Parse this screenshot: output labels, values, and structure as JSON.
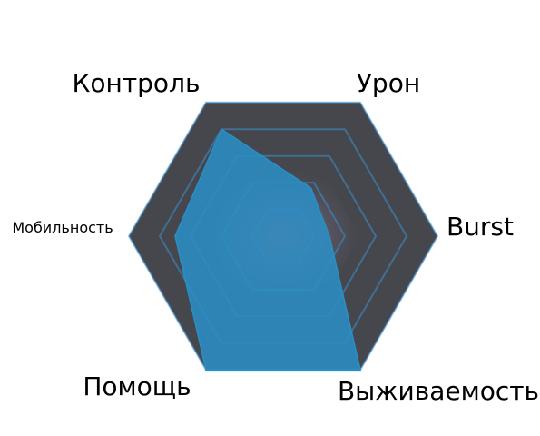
{
  "chart_data": {
    "type": "radar",
    "title": "",
    "axes": [
      "Контроль",
      "Урон",
      "Burst",
      "Выживаемость",
      "Помощь",
      "Мобильность"
    ],
    "scale_max": 5,
    "grid_levels": 5,
    "grid": true,
    "series": [
      {
        "values": [
          4,
          1.8,
          1.5,
          5,
          5,
          3.5
        ],
        "color": "#2a8fc7",
        "opacity": 0.85
      }
    ],
    "background_color": "#46474d",
    "grid_color": "#3b8fd0"
  }
}
